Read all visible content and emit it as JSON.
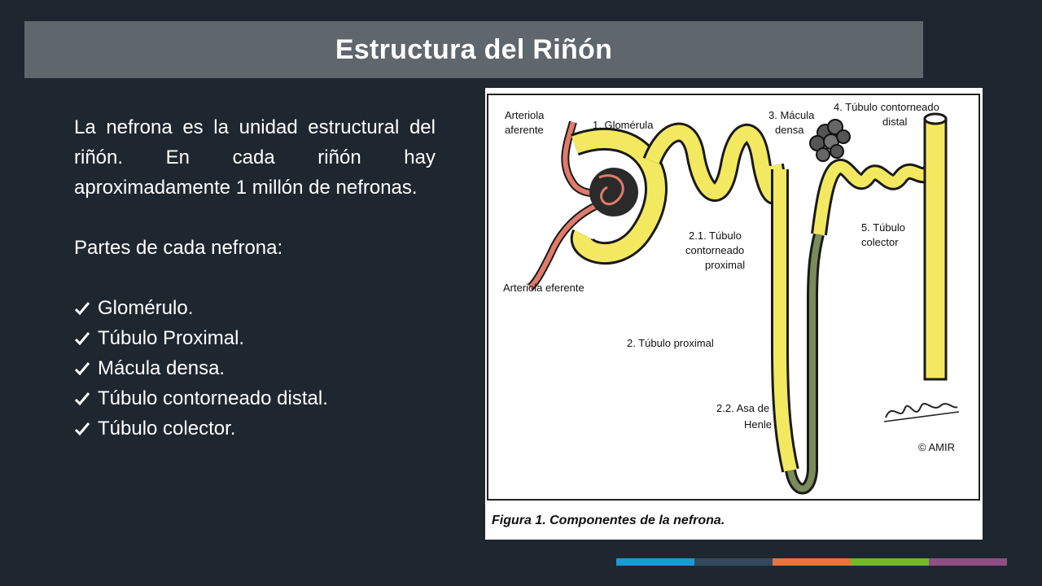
{
  "title": "Estructura del Riñón",
  "intro": "La nefrona es la unidad estructural del riñón. En cada riñón hay aproximadamente 1 millón de nefronas.",
  "parts_heading": "Partes de cada nefrona:",
  "parts": [
    "Glomérulo.",
    "Túbulo Proximal.",
    "Mácula densa.",
    "Túbulo contorneado distal.",
    "Túbulo colector."
  ],
  "figure": {
    "labels": {
      "arteriola_aferente_1": "Arteriola",
      "arteriola_aferente_2": "aferente",
      "glomerula": "1. Glomérula",
      "macula_1": "3. Mácula",
      "macula_2": "densa",
      "distal_1": "4. Túbulo contorneado",
      "distal_2": "distal",
      "prox_conv_1": "2.1. Túbulo",
      "prox_conv_2": "contorneado",
      "prox_conv_3": "proximal",
      "colector_1": "5. Túbulo",
      "colector_2": "colector",
      "arteriola_eferente": "Arteriola eferente",
      "tubulo_proximal": "2. Túbulo proximal",
      "henle_1": "2.2. Asa de",
      "henle_2": "Henle",
      "copyright": "© AMIR",
      "caption": "Figura 1. Componentes de la nefrona."
    },
    "colors": {
      "tubule": "#f2e960",
      "outline": "#1a1a1a",
      "vessel": "#e07b6a"
    }
  },
  "accent_colors": [
    "#1a9ad6",
    "#34495e",
    "#e8753a",
    "#71b82e",
    "#8e4f86"
  ]
}
